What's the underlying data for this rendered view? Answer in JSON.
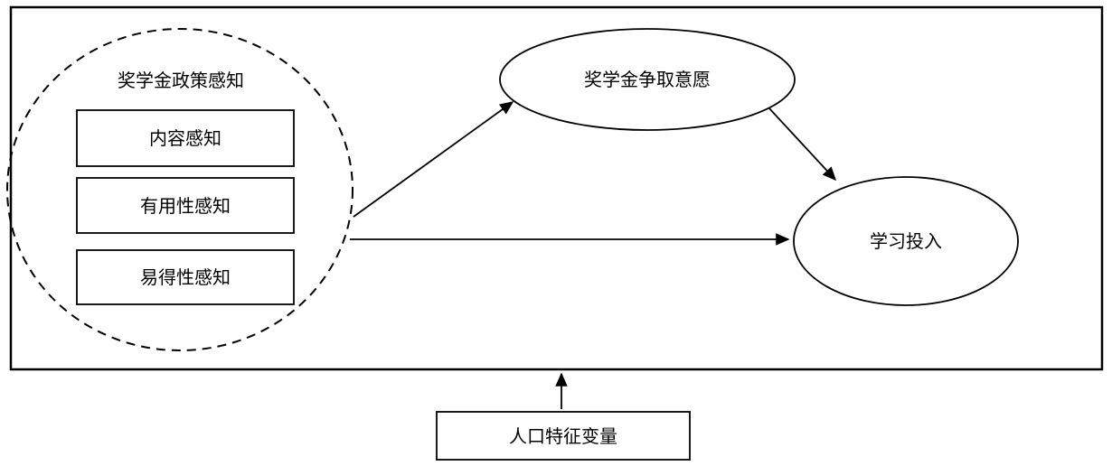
{
  "diagram": {
    "perception_group": {
      "label": "奖学金政策感知",
      "items": [
        {
          "label": "内容感知"
        },
        {
          "label": "有用性感知"
        },
        {
          "label": "易得性感知"
        }
      ]
    },
    "willingness": {
      "label": "奖学金争取意愿"
    },
    "engagement": {
      "label": "学习投入"
    },
    "demographics": {
      "label": "人口特征变量"
    },
    "colors": {
      "stroke": "#000000",
      "background": "#ffffff"
    }
  }
}
